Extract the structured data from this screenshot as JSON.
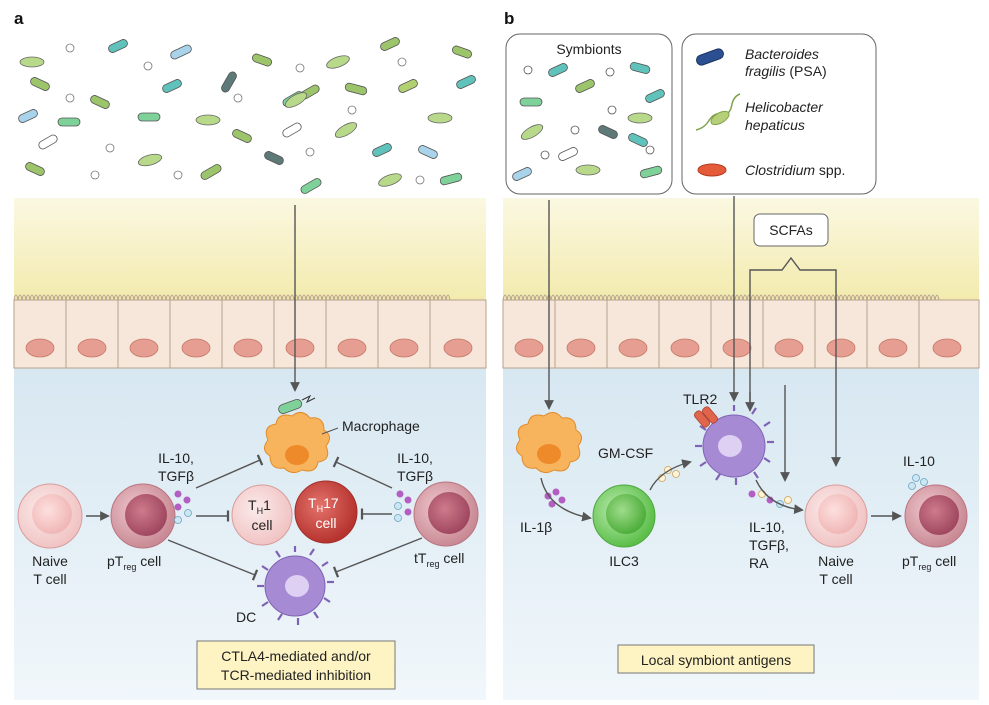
{
  "panels": {
    "a": {
      "letter": "a",
      "labels": {
        "macrophage": "Macrophage",
        "il10_left_1": "IL-10,",
        "il10_left_2": "TGFβ",
        "il10_right_1": "IL-10,",
        "il10_right_2": "TGFβ",
        "naive_1": "Naive",
        "naive_2": "T cell",
        "ptreg_pre": "pT",
        "ptreg_sub": "reg",
        "ptreg_post": " cell",
        "ttreg_pre": "tT",
        "ttreg_sub": "reg",
        "ttreg_post": " cell",
        "th1_t": "T",
        "th1_sub": "H",
        "th1_num": "1",
        "th1_cell": "cell",
        "th17_t": "T",
        "th17_sub": "H",
        "th17_num": "17",
        "th17_cell": "cell",
        "dc": "DC"
      },
      "caption_1": "CTLA4-mediated and/or",
      "caption_2": "TCR-mediated inhibition"
    },
    "b": {
      "letter": "b",
      "symbionts_title": "Symbionts",
      "legend": [
        {
          "name_1": "Bacteroides",
          "name_2": "fragilis",
          "suffix": " (PSA)",
          "icon": "bacteroides-icon"
        },
        {
          "name_1": "Helicobacter",
          "name_2": "hepaticus",
          "suffix": "",
          "icon": "helicobacter-icon"
        },
        {
          "name_1": "Clostridium",
          "name_2": "",
          "suffix": " spp.",
          "icon": "clostridium-icon"
        }
      ],
      "labels": {
        "scfas": "SCFAs",
        "tlr2": "TLR2",
        "gmcsf": "GM-CSF",
        "il1b": "IL-1β",
        "ilc3": "ILC3",
        "il10_1": "IL-10,",
        "il10_2": "TGFβ,",
        "il10_3": "RA",
        "naive_1": "Naive",
        "naive_2": "T cell",
        "il10_top": "IL-10",
        "ptreg_pre": "pT",
        "ptreg_sub": "reg",
        "ptreg_post": " cell"
      },
      "caption": "Local symbiont antigens"
    }
  },
  "colors": {
    "lumen": "#f6f1c6",
    "epithelium": "#f5e6d8",
    "nucleus": "#e49a8c",
    "lamina": "#e3eef6",
    "macrophage": "#f8b35a",
    "dc": "#a98bd6",
    "ilc3": "#7dd26a",
    "th17": "#c9413c",
    "caption_box": "#fdf3c3"
  }
}
